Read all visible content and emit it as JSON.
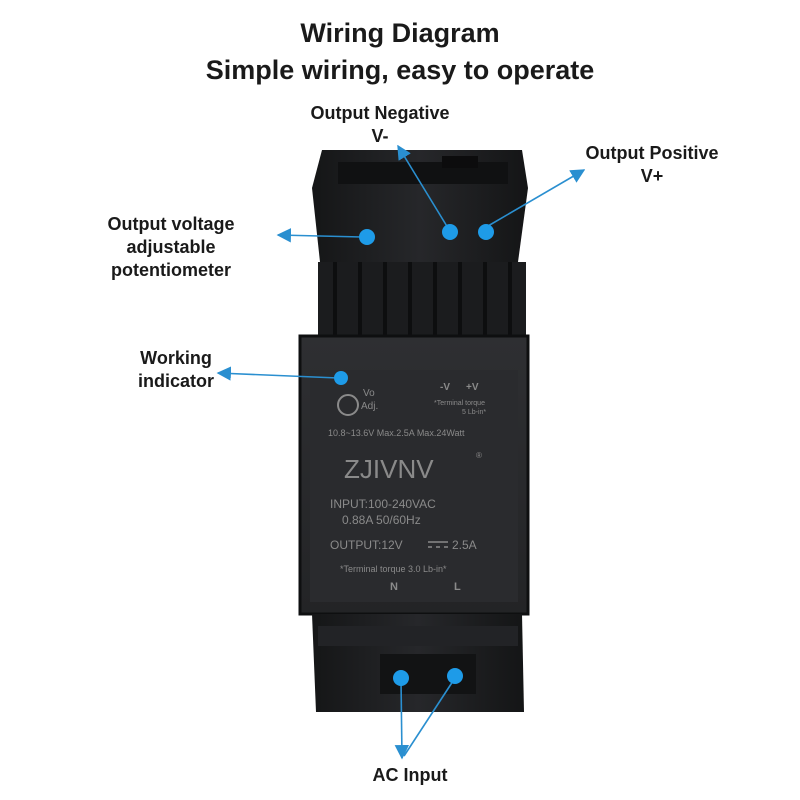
{
  "title": "Wiring Diagram",
  "subtitle": "Simple wiring, easy to operate",
  "callouts": {
    "output_negative": [
      "Output Negative",
      "V-"
    ],
    "output_positive": [
      "Output Positive",
      "V+"
    ],
    "potentiometer": [
      "Output voltage",
      "adjustable",
      "potentiometer"
    ],
    "working_indicator": [
      "Working",
      "indicator"
    ],
    "ac_input": [
      "AC Input"
    ]
  },
  "device": {
    "vo_adj": [
      "Vo",
      "Adj."
    ],
    "terminal_minus": "-V",
    "terminal_plus": "+V",
    "torque_top": [
      "*Terminal torque",
      "5 Lb-in*"
    ],
    "rating": "10.8~13.6V Max.2.5A Max.24Watt",
    "brand": "ZJIVNV",
    "registered": "®",
    "input_line1": "INPUT:100-240VAC",
    "input_line2": "0.88A 50/60Hz",
    "output_prefix": "OUTPUT:12V",
    "output_suffix": "2.5A",
    "torque_bottom": "*Terminal torque 3.0 Lb-in*",
    "n_label": "N",
    "l_label": "L"
  },
  "colors": {
    "accent": "#1e9be8",
    "arrow": "#2a8fd0",
    "device_body": "#1e1f21",
    "device_face": "#2a2b2d"
  }
}
